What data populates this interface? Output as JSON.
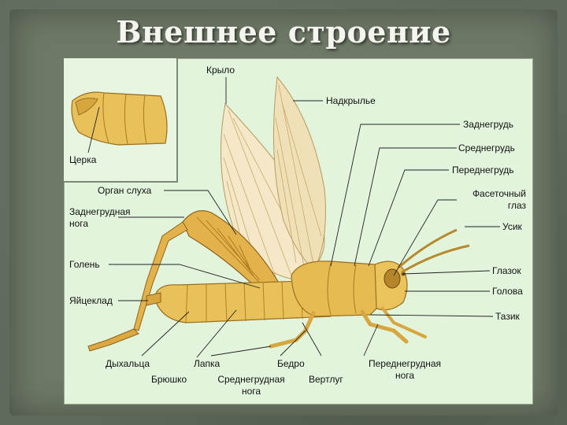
{
  "slide": {
    "title": "Внешнее строение"
  },
  "labels": {
    "krylo": "Крыло",
    "nadkrylye": "Надкрылье",
    "zadnegrud": "Заднегрудь",
    "srednegrud": "Среднегрудь",
    "perednegrud": "Переднегрудь",
    "fasetochny_1": "Фасеточный",
    "fasetochny_2": "глаз",
    "usik": "Усик",
    "glazok": "Глазок",
    "golova": "Голова",
    "tazik": "Тазик",
    "tserka": "Церка",
    "organ_slukha": "Орган слуха",
    "zadnegrudnaya_1": "Заднегрудная",
    "zadnegrudnaya_2": "нога",
    "golen": "Голень",
    "yaytseklad": "Яйцеклад",
    "dykhaltsa": "Дыхальца",
    "lapka": "Лапка",
    "bedro": "Бедро",
    "brushko": "Брюшко",
    "srednegrudnaya_1": "Среднегрудная",
    "srednegrudnaya_2": "нога",
    "vertlug": "Вертлуг",
    "perednegrudnaya_1": "Переднегрудная",
    "perednegrudnaya_2": "нога"
  },
  "colors": {
    "body_fill": "#e9c15a",
    "body_dark": "#b8862a",
    "wing_fill": "#f3e6c4",
    "wing_vein": "#c9a86a",
    "panel_bg": "#e3f4dc"
  }
}
